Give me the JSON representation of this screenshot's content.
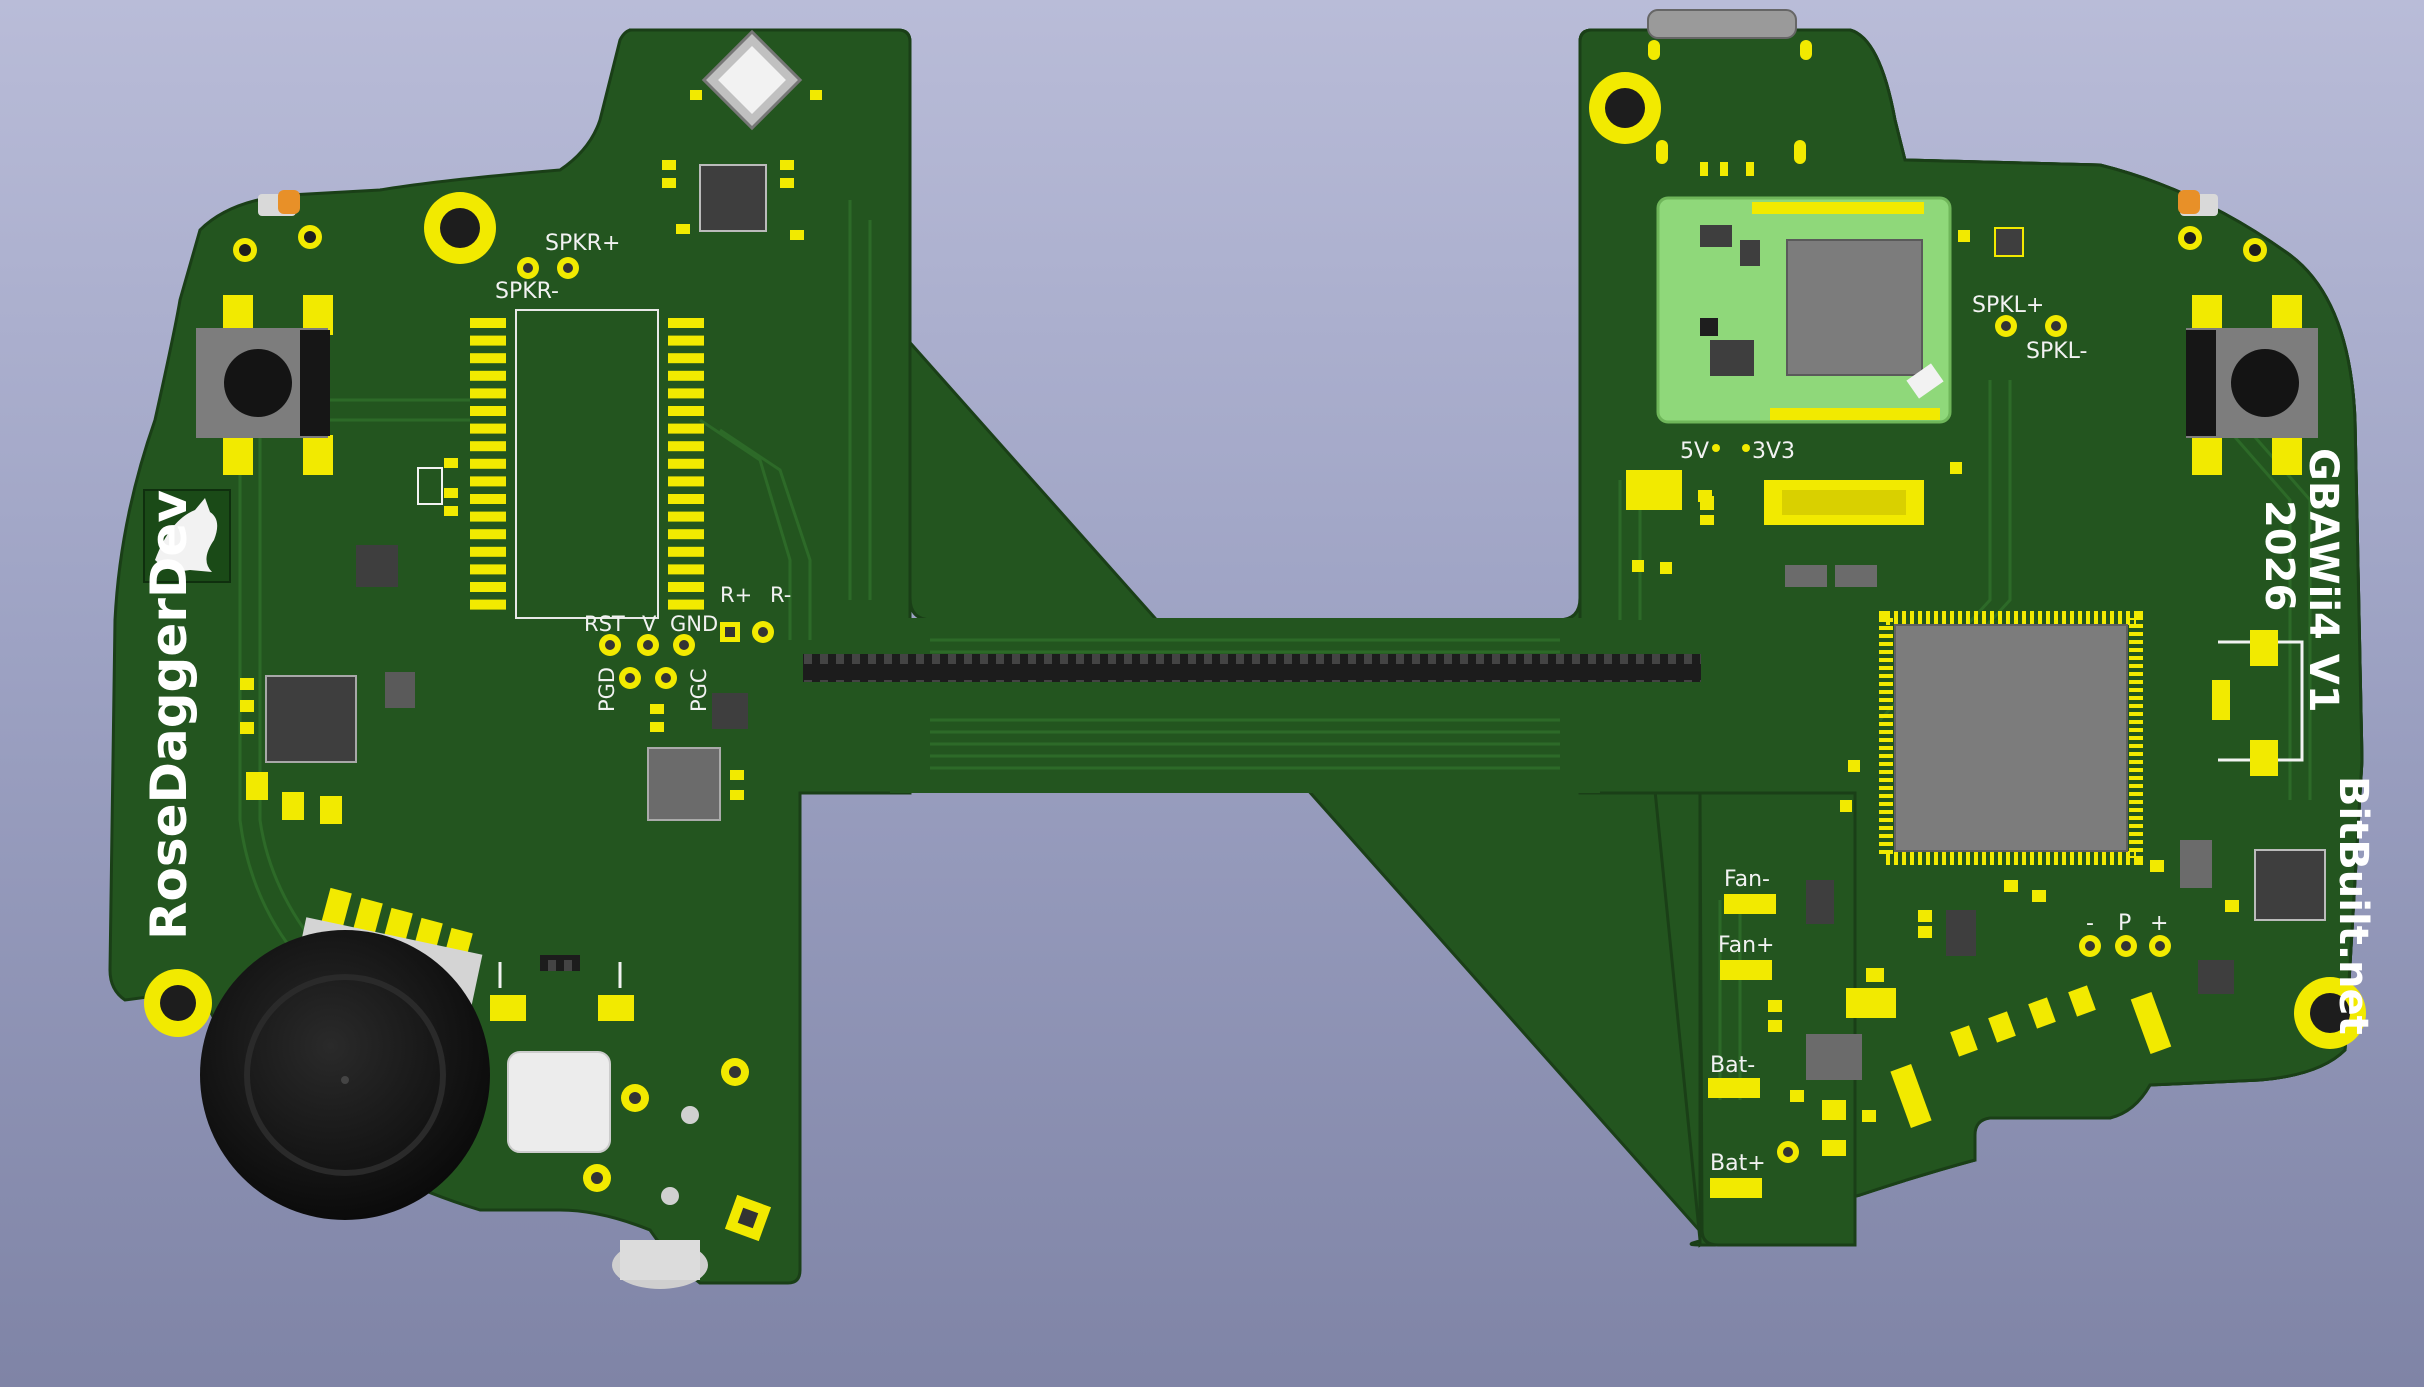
{
  "viewer": {
    "background_top": "#b9bcd8",
    "background_bottom": "#7f84a6"
  },
  "colors": {
    "board": "#23551f",
    "board_edge": "#1a3f17",
    "trace": "#2d6a28",
    "pad": "#f2ea00",
    "silkscreen": "#f2f2f2",
    "ic_body": "#3e3e3e",
    "module": "#8fd87a",
    "connector": "#1c1c1c"
  },
  "board": {
    "branding": {
      "left": "RoseDaggerDev",
      "right": "BitBuilt.net"
    },
    "project": {
      "name": "GBAWii4 V1",
      "year": "2026"
    }
  },
  "labels": {
    "spkr_plus": "SPKR+",
    "spkr_minus": "SPKR-",
    "rst": "RST",
    "v": "V",
    "gnd": "GND",
    "pgd": "PGD",
    "pgc": "PGC",
    "r_plus": "R+",
    "r_minus": "R-",
    "five_v": "5V",
    "three_v3": "3V3",
    "spkl_plus": "SPKL+",
    "spkl_minus": "SPKL-",
    "fan_minus": "Fan-",
    "fan_plus": "Fan+",
    "bat_minus": "Bat-",
    "bat_plus": "Bat+",
    "minus": "-",
    "p": "P",
    "plus": "+"
  },
  "icons": {
    "logo": "dragon-icon",
    "buttons": "tactile-switch-icon",
    "joystick": "analog-stick-icon"
  }
}
